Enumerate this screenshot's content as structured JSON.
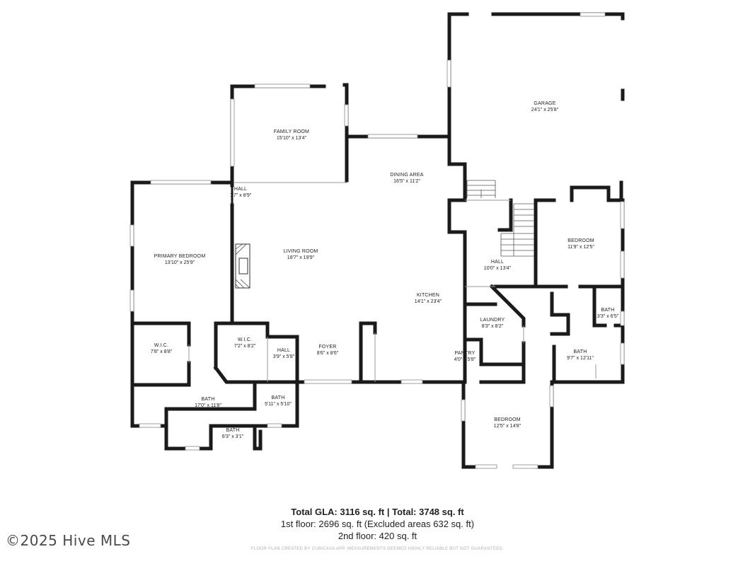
{
  "rooms": {
    "garage": {
      "name": "GARAGE",
      "dims": "24'1\" x 25'8\""
    },
    "family_room": {
      "name": "FAMILY ROOM",
      "dims": "15'10\" x 13'4\""
    },
    "dining_area": {
      "name": "DINING AREA",
      "dims": "16'5\" x 11'2\""
    },
    "hall_top": {
      "name": "HALL",
      "dims": "1'7\" x 8'9\""
    },
    "primary_bedroom": {
      "name": "PRIMARY BEDROOM",
      "dims": "13'10\" x 25'9\""
    },
    "living_room": {
      "name": "LIVING ROOM",
      "dims": "18'7\" x 19'9\""
    },
    "kitchen": {
      "name": "KITCHEN",
      "dims": "14'1\" x 23'4\""
    },
    "hall_right": {
      "name": "HALL",
      "dims": "10'0\" x 13'4\""
    },
    "bedroom_right": {
      "name": "BEDROOM",
      "dims": "11'9\" x 12'5\""
    },
    "bath_small": {
      "name": "BATH",
      "dims": "3'3\" x 6'5\""
    },
    "laundry": {
      "name": "LAUNDRY",
      "dims": "8'3\" x 8'2\""
    },
    "wic_left": {
      "name": "W.I.C.",
      "dims": "7'8\" x 8'8\""
    },
    "wic_mid": {
      "name": "W.I.C.",
      "dims": "7'2\" x 8'2\""
    },
    "hall_mid": {
      "name": "HALL",
      "dims": "3'9\" x 5'8\""
    },
    "foyer": {
      "name": "FOYER",
      "dims": "8'6\" x 8'6\""
    },
    "pantry": {
      "name": "PANTRY",
      "dims": "4'0\" x 5'8\""
    },
    "bath_right": {
      "name": "BATH",
      "dims": "9'7\" x 12'11\""
    },
    "bath_primary": {
      "name": "BATH",
      "dims": "17'0\" x 11'8\""
    },
    "bath_mid": {
      "name": "BATH",
      "dims": "5'11\" x 5'10\""
    },
    "bath_tiny": {
      "name": "BATH",
      "dims": "6'3\" x 3'1\""
    },
    "bedroom_bottom": {
      "name": "BEDROOM",
      "dims": "12'5\" x 14'8\""
    }
  },
  "summary": {
    "gla": "Total GLA: 3116 sq. ft | Total: 3748 sq. ft",
    "first_floor": "1st floor: 2696 sq. ft (Excluded areas 632 sq. ft)",
    "second_floor": "2nd floor: 420 sq. ft",
    "disclaimer": "FLOOR PLAN CREATED BY CUBICASA APP. MEASUREMENTS DEEMED HIGHLY RELIABLE BUT NOT GUARANTEED."
  },
  "watermark": "©2025 Hive MLS",
  "colors": {
    "wall": "#1a1a1a",
    "text": "#222222",
    "background": "#ffffff"
  }
}
